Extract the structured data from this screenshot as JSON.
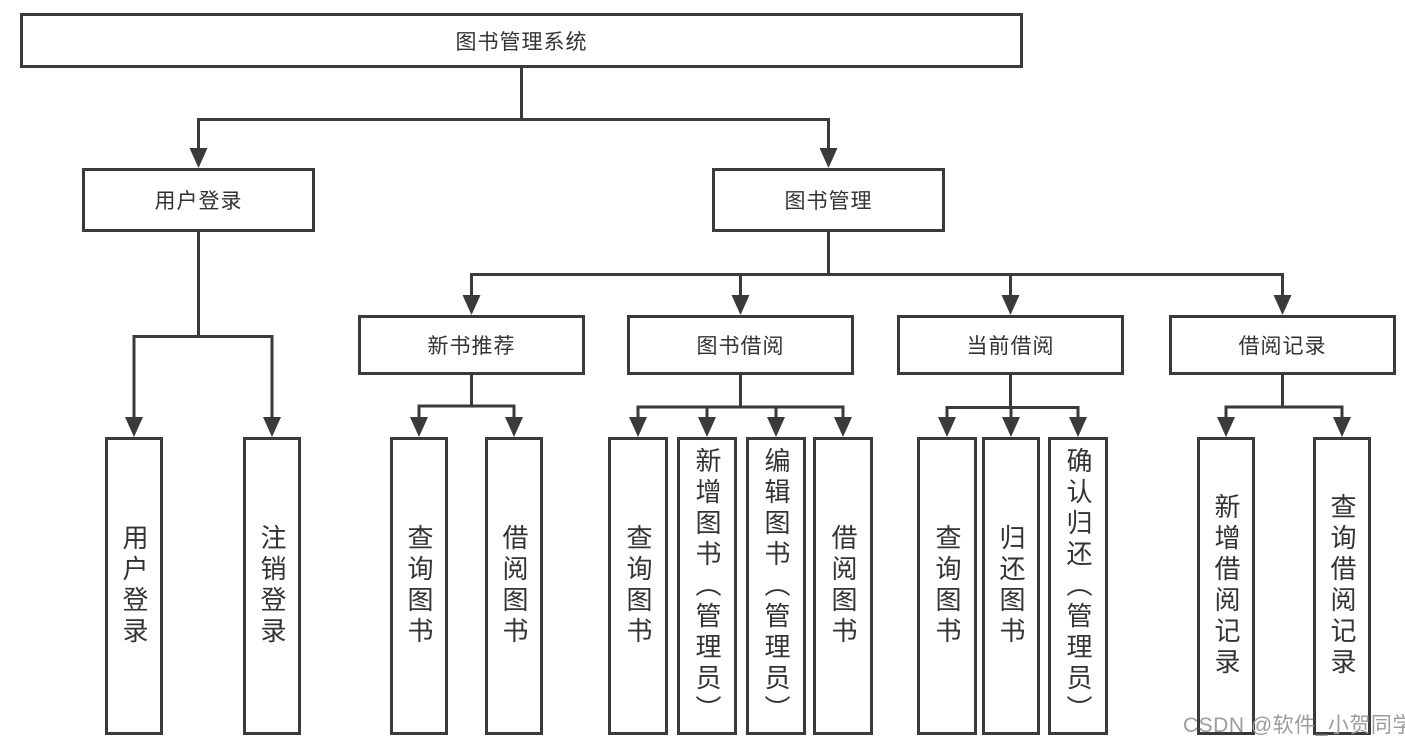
{
  "diagram": {
    "root": {
      "label": "图书管理系统"
    },
    "level2": {
      "user_login": {
        "label": "用户登录"
      },
      "book_management": {
        "label": "图书管理"
      }
    },
    "level3": {
      "new_book_recommend": {
        "label": "新书推荐"
      },
      "book_borrow": {
        "label": "图书借阅"
      },
      "current_borrow": {
        "label": "当前借阅"
      },
      "borrow_records": {
        "label": "借阅记录"
      }
    },
    "level4": {
      "user_login_children": {
        "login": "用户登录",
        "logout": "注销登录"
      },
      "new_book_children": {
        "query": "查询图书",
        "borrow": "借阅图书"
      },
      "book_borrow_children": {
        "query": "查询图书",
        "add_admin": "新增图书（管理员）",
        "edit_admin": "编辑图书（管理员）",
        "borrow": "借阅图书"
      },
      "current_borrow_children": {
        "query": "查询图书",
        "return": "归还图书",
        "confirm_admin": "确认归还（管理员）"
      },
      "borrow_record_children": {
        "add": "新增借阅记录",
        "query": "查询借阅记录"
      }
    }
  },
  "watermark": {
    "text": "CSDN @软件_小贺同学"
  },
  "colors": {
    "box_border": "#3a3a3a",
    "connector": "#3a3a3a",
    "text": "#333333",
    "watermark": "#9c9c9c",
    "background": "#ffffff"
  }
}
